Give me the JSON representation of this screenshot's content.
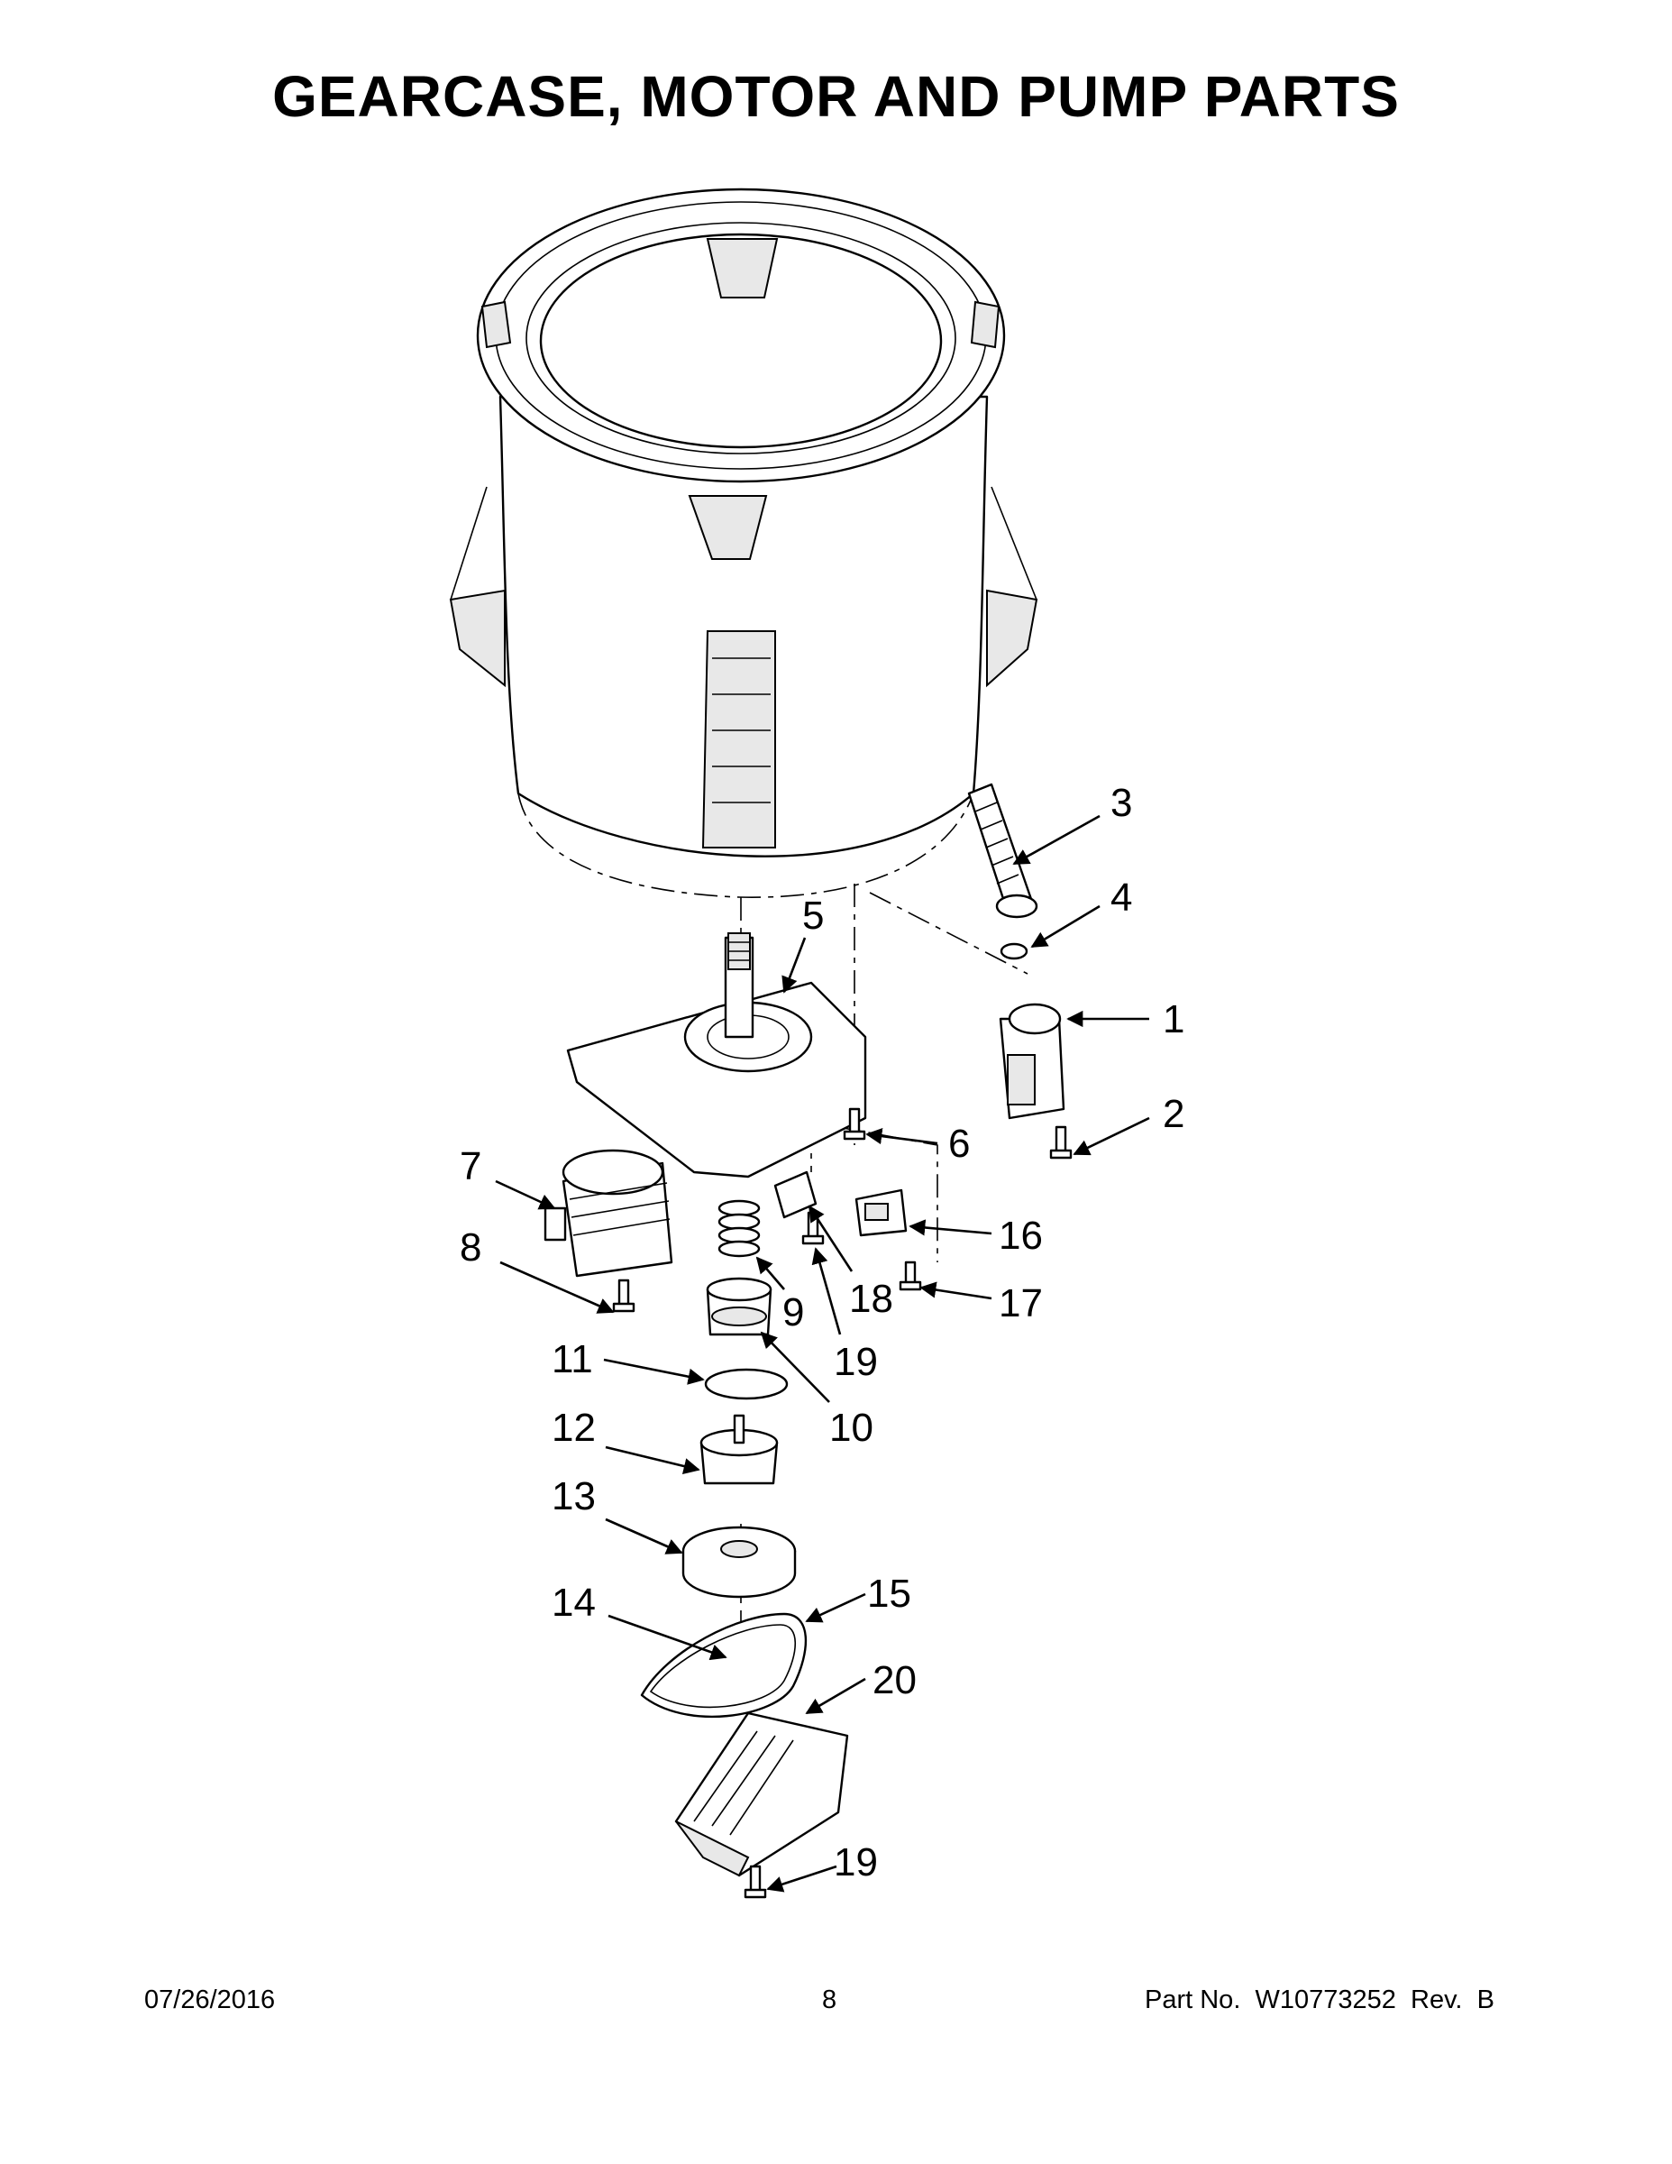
{
  "page": {
    "title": "GEARCASE, MOTOR AND PUMP PARTS"
  },
  "footer": {
    "date": "07/26/2016",
    "page_number": "8",
    "part_no": "Part No.  W10773252  Rev.  B"
  },
  "callouts": [
    {
      "id": "c1",
      "label": "1"
    },
    {
      "id": "c2",
      "label": "2"
    },
    {
      "id": "c3",
      "label": "3"
    },
    {
      "id": "c4",
      "label": "4"
    },
    {
      "id": "c5",
      "label": "5"
    },
    {
      "id": "c6",
      "label": "6"
    },
    {
      "id": "c7",
      "label": "7"
    },
    {
      "id": "c8",
      "label": "8"
    },
    {
      "id": "c9",
      "label": "9"
    },
    {
      "id": "c10",
      "label": "10"
    },
    {
      "id": "c11",
      "label": "11"
    },
    {
      "id": "c12",
      "label": "12"
    },
    {
      "id": "c13",
      "label": "13"
    },
    {
      "id": "c14",
      "label": "14"
    },
    {
      "id": "c15",
      "label": "15"
    },
    {
      "id": "c16",
      "label": "16"
    },
    {
      "id": "c17",
      "label": "17"
    },
    {
      "id": "c18",
      "label": "18"
    },
    {
      "id": "c19a",
      "label": "19"
    },
    {
      "id": "c19b",
      "label": "19"
    },
    {
      "id": "c20",
      "label": "20"
    }
  ]
}
